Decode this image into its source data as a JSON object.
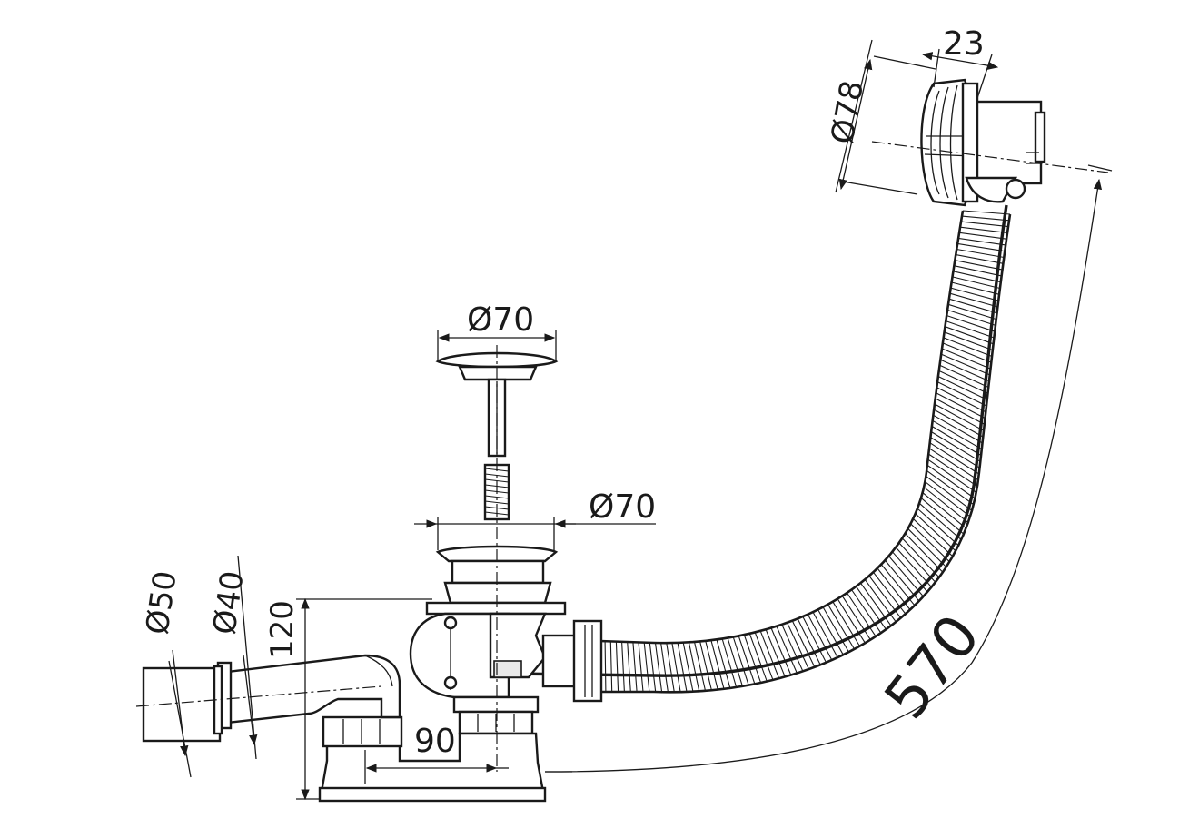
{
  "dimensions": {
    "overflow_diameter": "Ø78",
    "overflow_depth": "23",
    "plug_diameter": "Ø70",
    "waste_diameter": "Ø70",
    "outlet_outer_diameter": "Ø50",
    "outlet_inner_diameter": "Ø40",
    "height": "120",
    "trap_offset": "90",
    "hose_length": "570"
  }
}
